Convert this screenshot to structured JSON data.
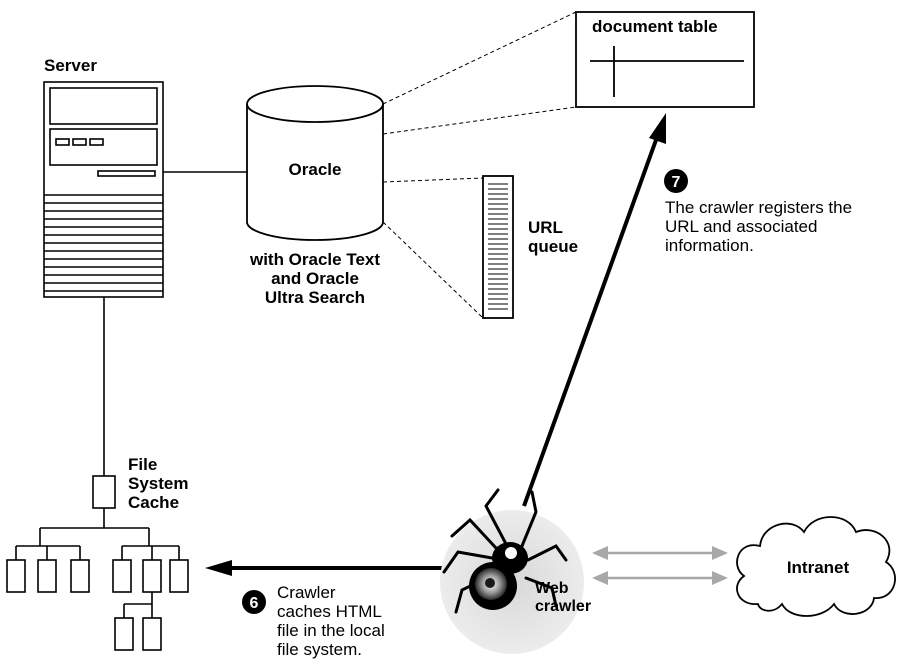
{
  "server": {
    "label": "Server"
  },
  "database": {
    "name": "Oracle",
    "caption": [
      "with Oracle Text",
      "and Oracle",
      "Ultra Search"
    ]
  },
  "document_table": {
    "label": "document table"
  },
  "url_queue": {
    "label": [
      "URL",
      "queue"
    ]
  },
  "cache": {
    "label": [
      "File",
      "System",
      "Cache"
    ]
  },
  "crawler": {
    "label": [
      "Web",
      "crawler"
    ]
  },
  "intranet": {
    "label": "Intranet"
  },
  "steps": [
    {
      "number": "7",
      "text": [
        "The crawler registers the",
        "URL and associated",
        "information."
      ]
    },
    {
      "number": "6",
      "text": [
        "Crawler",
        "caches HTML",
        "file in the local",
        "file system."
      ]
    }
  ]
}
